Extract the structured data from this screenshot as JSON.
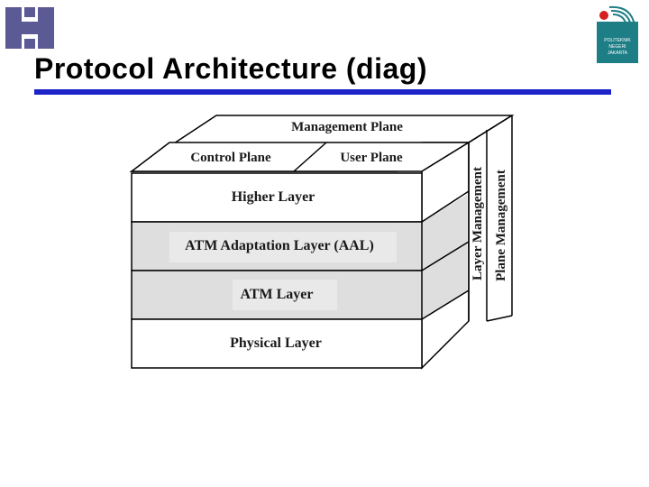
{
  "slide": {
    "title": "Protocol Architecture (diag)"
  },
  "logos": {
    "left": {
      "icon": "organization-h-logo-icon",
      "color": "#5b5a94"
    },
    "right": {
      "icon": "politeknik-negeri-jakarta-logo-icon",
      "text_lines": [
        "POLITEKNIK",
        "NEGERI",
        "JAKARTA"
      ],
      "colors": {
        "block": "#1e7e86",
        "dot": "#d42020"
      }
    }
  },
  "diagram": {
    "top": {
      "management_plane": "Management Plane",
      "control_plane": "Control Plane",
      "user_plane": "User Plane"
    },
    "layers": [
      {
        "label": "Higher Layer",
        "shaded": false
      },
      {
        "label": "ATM Adaptation Layer (AAL)",
        "shaded": true
      },
      {
        "label": "ATM Layer",
        "shaded": true
      },
      {
        "label": "Physical Layer",
        "shaded": false
      }
    ],
    "side": {
      "layer_management": "Layer Management",
      "plane_management": "Plane Management"
    },
    "colors": {
      "shade": "#dedede",
      "label_box": "#e9e9e9",
      "line": "#000000"
    }
  }
}
